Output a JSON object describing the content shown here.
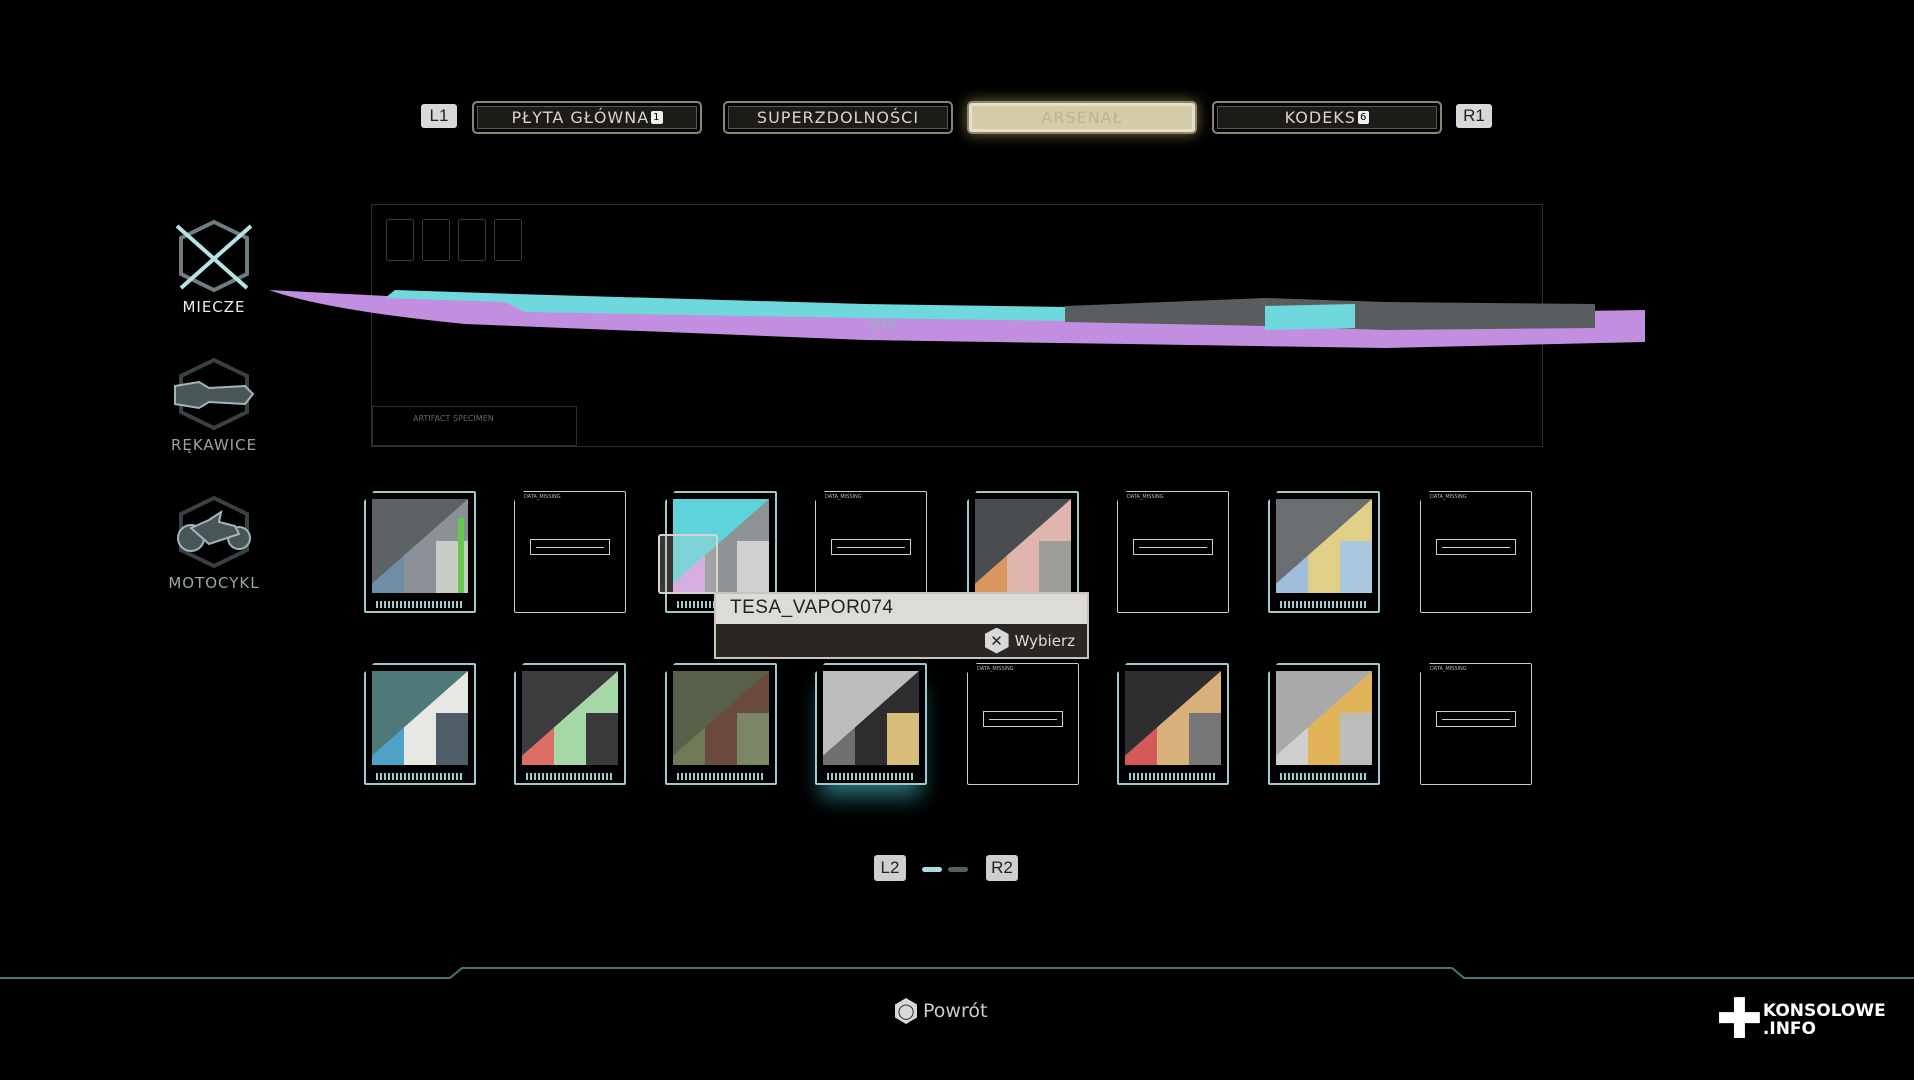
{
  "tabs": {
    "left_key": "L1",
    "right_key": "R1",
    "items": [
      {
        "label": "PŁYTA GŁÓWNA",
        "badge": "1"
      },
      {
        "label": "SUPERZDOLNOŚCI",
        "badge": ""
      },
      {
        "label": "ARSENAŁ",
        "badge": "",
        "active": true
      },
      {
        "label": "KODEKS",
        "badge": "6"
      }
    ]
  },
  "categories": [
    {
      "label": "MIECZE",
      "icon": "swords-icon",
      "selected": true
    },
    {
      "label": "RĘKAWICE",
      "icon": "gauntlet-icon"
    },
    {
      "label": "MOTOCYKL",
      "icon": "motorcycle-icon"
    }
  ],
  "weapon": {
    "serial": "074",
    "specimen_title": "ARTIFACT SPECIMEN",
    "colors": {
      "blade": "#c28ee0",
      "accent": "#6fd8dc",
      "metal": "#5a5d60"
    }
  },
  "skins": [
    {
      "type": "skin",
      "tri": "#5d6265",
      "stripes": [
        "#6f8ea6",
        "#8b9196",
        "#c8cbc6"
      ],
      "accent": "#65c84a"
    },
    {
      "type": "missing",
      "text": "DATA_MISSING"
    },
    {
      "type": "skin",
      "tri": "#5fd3dc",
      "stripes": [
        "#d6a2e8",
        "#8e9398",
        "#cfd1cf"
      ],
      "selected": true
    },
    {
      "type": "missing",
      "text": "DATA_MISSING"
    },
    {
      "type": "skin",
      "tri": "#4a4d50",
      "stripes": [
        "#d9975e",
        "#e0b5ae",
        "#9c9e98"
      ]
    },
    {
      "type": "missing",
      "text": "DATA_MISSING"
    },
    {
      "type": "skin",
      "tri": "#6b6e70",
      "stripes": [
        "#9fbedb",
        "#e0cf86",
        "#a9c7de"
      ]
    },
    {
      "type": "missing",
      "text": "DATA_MISSING"
    },
    {
      "type": "skin",
      "tri": "#4f7878",
      "stripes": [
        "#4ea2c7",
        "#e7e7e4",
        "#4f5d68"
      ]
    },
    {
      "type": "skin",
      "tri": "#3c3c3e",
      "stripes": [
        "#dd6e66",
        "#a6d7a7",
        "#3a3a3c"
      ]
    },
    {
      "type": "skin",
      "tri": "#58604a",
      "stripes": [
        "#6e7a56",
        "#6a4a3c",
        "#7b8766"
      ]
    },
    {
      "type": "skin",
      "tri": "#bdbdbd",
      "stripes": [
        "#6f6f70",
        "#2d2d2f",
        "#d8bd7a"
      ],
      "equipped": true
    },
    {
      "type": "missing",
      "text": "DATA_MISSING"
    },
    {
      "type": "skin",
      "tri": "#2e2e30",
      "stripes": [
        "#d45a5a",
        "#d8b07a",
        "#777"
      ]
    },
    {
      "type": "skin",
      "tri": "#a9a9a9",
      "stripes": [
        "#cfcfcf",
        "#e2b45a",
        "#bcbcbc"
      ]
    },
    {
      "type": "missing",
      "text": "DATA_MISSING"
    }
  ],
  "tooltip": {
    "name": "TESA_VAPOR074",
    "action_key": "✕",
    "action": "Wybierz"
  },
  "paging": {
    "left_key": "L2",
    "right_key": "R2",
    "current_page": 1,
    "total_pages": 2
  },
  "footer": {
    "back_key": "◯",
    "back_label": "Powrót"
  },
  "watermark": {
    "line1": "KONSOLOWE",
    "line2": ".INFO"
  }
}
